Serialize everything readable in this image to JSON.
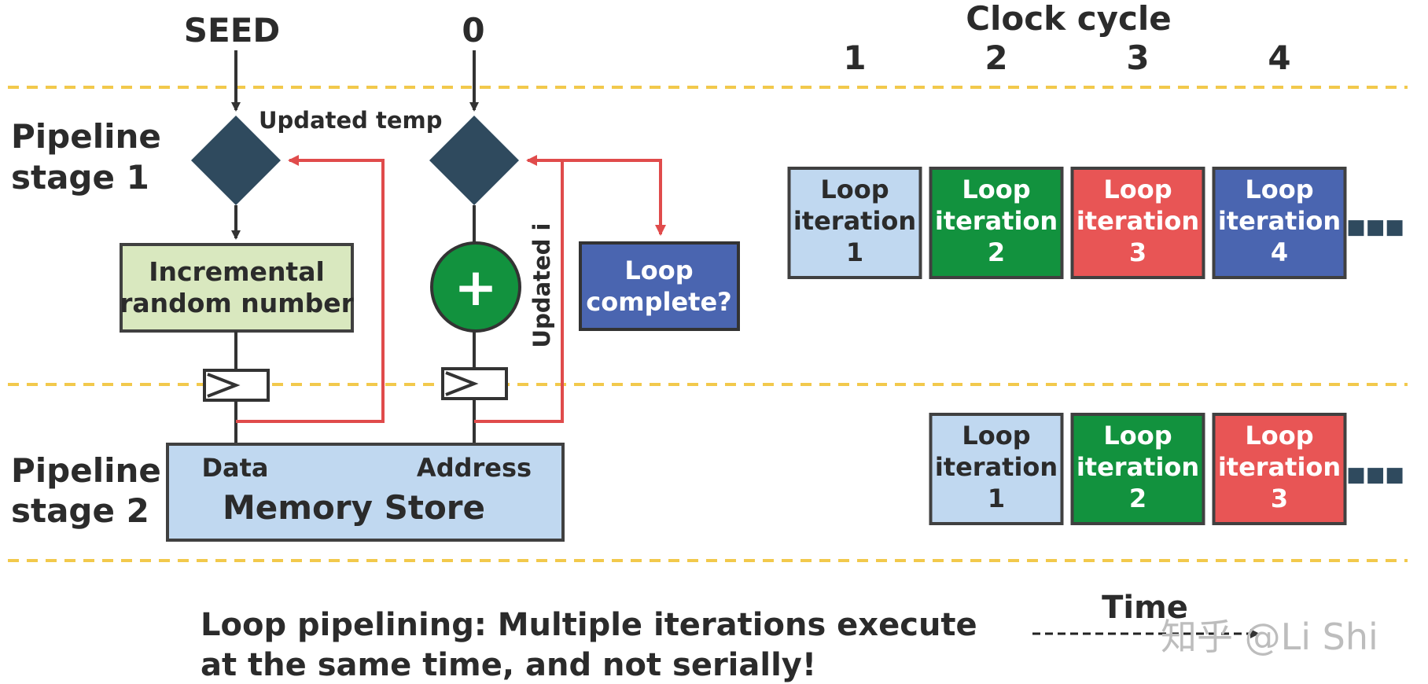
{
  "labels": {
    "seed": "SEED",
    "zero": "0",
    "clock_cycle": "Clock cycle",
    "updated_temp": "Updated temp",
    "updated_i": "Updated i",
    "stage1_line1": "Pipeline",
    "stage1_line2": "stage 1",
    "stage2_line1": "Pipeline",
    "stage2_line2": "stage 2",
    "data": "Data",
    "address": "Address",
    "memory_store": "Memory Store",
    "incremental_line1": "Incremental",
    "incremental_line2": "random number",
    "loop_complete_line1": "Loop",
    "loop_complete_line2": "complete?",
    "plus": "+",
    "time": "Time",
    "ellipsis": "■■■",
    "caption_line1": "Loop pipelining: Multiple iterations execute",
    "caption_line2": "at the same time, and not serially!",
    "watermark": "知乎 @Li Shi"
  },
  "clock_cycles": [
    "1",
    "2",
    "3",
    "4"
  ],
  "stage1_iterations": [
    {
      "line1": "Loop",
      "line2": "iteration",
      "line3": "1",
      "color": "#c0d8f0",
      "text": "#2b2b2b"
    },
    {
      "line1": "Loop",
      "line2": "iteration",
      "line3": "2",
      "color": "#12923e",
      "text": "#ffffff"
    },
    {
      "line1": "Loop",
      "line2": "iteration",
      "line3": "3",
      "color": "#e85555",
      "text": "#ffffff"
    },
    {
      "line1": "Loop",
      "line2": "iteration",
      "line3": "4",
      "color": "#4a65b0",
      "text": "#ffffff"
    }
  ],
  "stage2_iterations": [
    {
      "line1": "Loop",
      "line2": "iteration",
      "line3": "1",
      "color": "#c0d8f0",
      "text": "#2b2b2b"
    },
    {
      "line1": "Loop",
      "line2": "iteration",
      "line3": "2",
      "color": "#12923e",
      "text": "#ffffff"
    },
    {
      "line1": "Loop",
      "line2": "iteration",
      "line3": "3",
      "color": "#e85555",
      "text": "#ffffff"
    }
  ],
  "colors": {
    "stage_divider": "#f2c94c",
    "feedback": "#e04b4b",
    "wire": "#333333",
    "diamond": "#2f4a5e",
    "adder": "#12923e",
    "incremental_box": "#d9e8bf",
    "memory_store": "#c0d8f0",
    "loop_complete": "#4a65b0"
  }
}
